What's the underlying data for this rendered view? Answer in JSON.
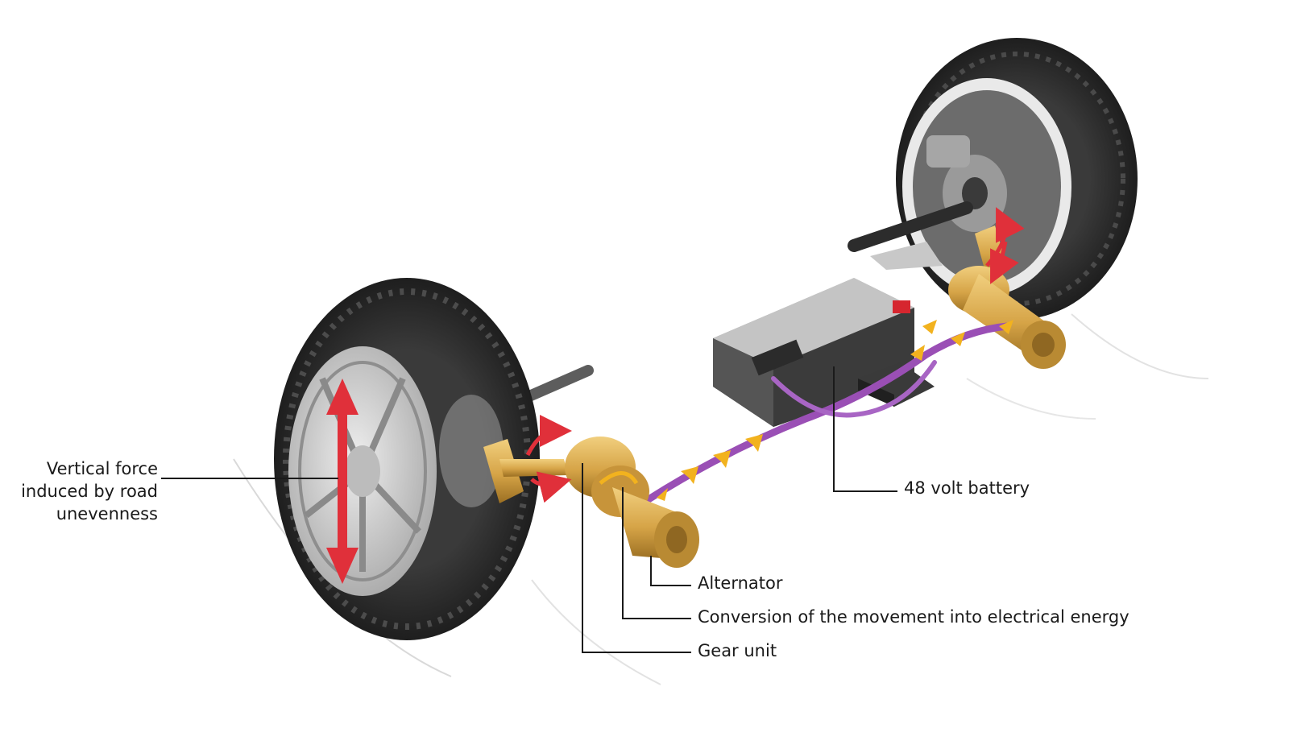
{
  "labels": {
    "vertical_force": [
      "Vertical force",
      "induced by road",
      "unevenness"
    ],
    "battery": "48 volt battery",
    "alternator": "Alternator",
    "conversion": "Conversion of the movement into electrical energy",
    "gear_unit": "Gear unit"
  },
  "colors": {
    "tire": "#2f2f2f",
    "rim": "#c9c9c9",
    "gold": "#d8a84a",
    "cable": "#9a4fb5",
    "arrow_red": "#e0303a",
    "arrow_flow": "#f2b21e",
    "battery": "#5a5a5a",
    "leader_line": "#1a1a1a"
  }
}
